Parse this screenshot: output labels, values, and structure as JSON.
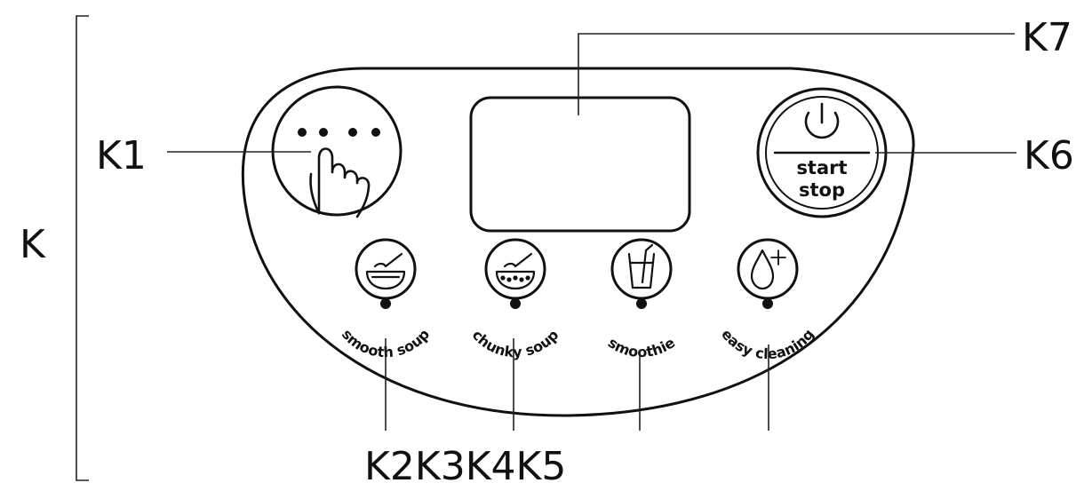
{
  "callouts": {
    "k": "K",
    "k1": "K1",
    "k6": "K6",
    "k7": "K7",
    "bottom_row": "K2K3K4K5"
  },
  "buttons": {
    "start_stop": {
      "line1": "start",
      "line2": "stop",
      "icon": "power-icon"
    },
    "program_select": {
      "icon": "finger-tap-dots-icon"
    },
    "smooth_soup": {
      "label": "smooth soup",
      "icon": "bowl-ladle-icon"
    },
    "chunky_soup": {
      "label": "chunky soup",
      "icon": "bowl-chunks-ladle-icon"
    },
    "smoothie": {
      "label": "smoothie",
      "icon": "glass-straw-icon"
    },
    "easy_cleaning": {
      "label": "easy cleaning",
      "icon": "droplet-sparkle-icon"
    }
  },
  "colors": {
    "ink": "#111111",
    "background": "#ffffff"
  }
}
